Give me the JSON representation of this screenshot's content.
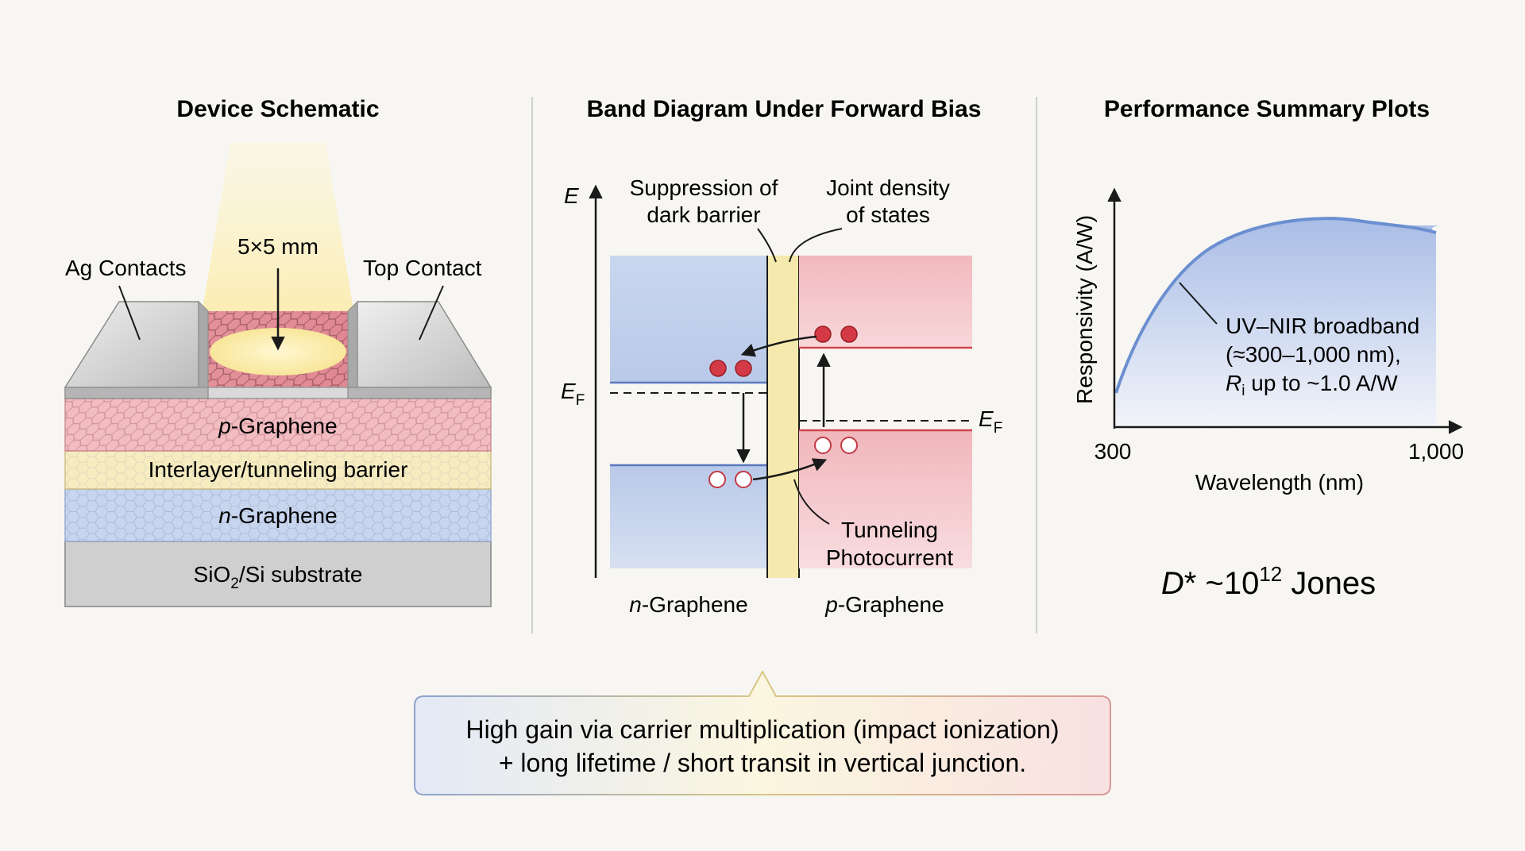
{
  "schematic": {
    "title": "Device Schematic",
    "illumination_label": "5×5 mm",
    "ag_contacts_label": "Ag Contacts",
    "top_contact_label": "Top Contact",
    "layers": {
      "p_italic": "p",
      "p_rest": "-Graphene",
      "barrier": "Interlayer/tunneling barrier",
      "n_italic": "n",
      "n_rest": "-Graphene",
      "substrate_a": "SiO",
      "substrate_sub": "2",
      "substrate_b": "/Si substrate"
    }
  },
  "band": {
    "title": "Band Diagram Under Forward Bias",
    "axis_e": "E",
    "ef_main": "E",
    "ef_sub": "F",
    "suppression_line1": "Suppression of",
    "suppression_line2": "dark barrier",
    "joint_line1": "Joint density",
    "joint_line2": "of states",
    "tunneling_line1": "Tunneling",
    "tunneling_line2": "Photocurrent",
    "n_italic": "n",
    "n_rest": "-Graphene",
    "p_italic": "p",
    "p_rest": "-Graphene"
  },
  "performance": {
    "title": "Performance Summary Plots",
    "ylabel": "Responsivity (A/W)",
    "xlabel": "Wavelength (nm)",
    "xtick_min": "300",
    "xtick_max": "1,000",
    "annot_line1": "UV–NIR broadband",
    "annot_line2": "(≈300–1,000 nm),",
    "annot_r": "R",
    "annot_r_sub": "i",
    "annot_line3_rest": " up to ~1.0 A/W",
    "dstar_main": "D",
    "dstar_star": "* ~10",
    "dstar_exp": "12",
    "dstar_unit": " Jones"
  },
  "callout": {
    "line1": "High gain via carrier multiplication (impact ionization)",
    "line2": "+ long lifetime / short transit in vertical junction."
  },
  "colors": {
    "p_red": "#e06a72",
    "n_blue": "#7f9fd6",
    "barrier_yellow": "#f5e7a6",
    "curve_blue": "#6b8fd0"
  }
}
